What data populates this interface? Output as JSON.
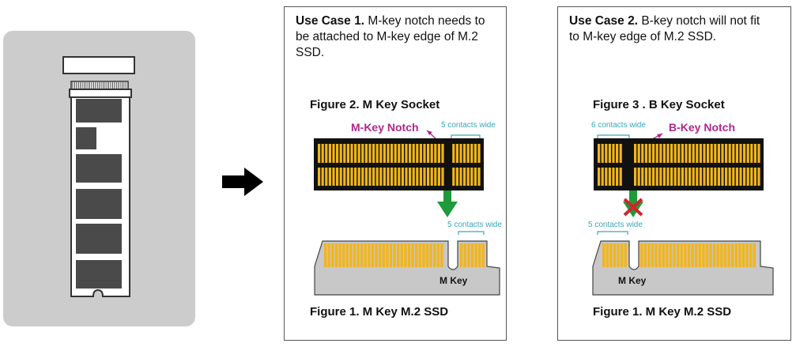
{
  "colors": {
    "panel_gray": "#cccccc",
    "chip_dark": "#4a4a4a",
    "contact_gold": "#f2b51b",
    "socket_black": "#111111",
    "ssd_body_gray": "#c8c8c8",
    "notch_magenta": "#b0278a",
    "bracket_teal": "#3aa6b9",
    "arrow_green": "#1e9a3a",
    "x_red": "#d3232a"
  },
  "icons": {
    "main_arrow": "right-arrow-icon",
    "fit_arrow": "down-arrow-icon",
    "no_fit_mark": "red-x-icon"
  },
  "case1": {
    "title_bold": "Use Case 1.",
    "line1_rest": " M-key notch needs to",
    "line2": "be attached to M-key edge of M.2",
    "line3": "SSD.",
    "socket_title": "Figure 2. M Key Socket",
    "notch_label": "M-Key Notch",
    "socket_contacts_label": "5 contacts wide",
    "ssd_contacts_label": "5 contacts wide",
    "key_label": "M Key",
    "ssd_title": "Figure 1.  M Key M.2 SSD"
  },
  "case2": {
    "title_bold": "Use Case 2.",
    "line1_rest": " B-key notch will not fit",
    "line2": "to M-key edge of M.2 SSD.",
    "socket_title": "Figure 3 . B Key Socket",
    "notch_label": "B-Key Notch",
    "socket_contacts_label": "6 contacts wide",
    "ssd_contacts_label": "5 contacts wide",
    "key_label": "M Key",
    "ssd_title": "Figure 1.  M Key M.2 SSD"
  }
}
